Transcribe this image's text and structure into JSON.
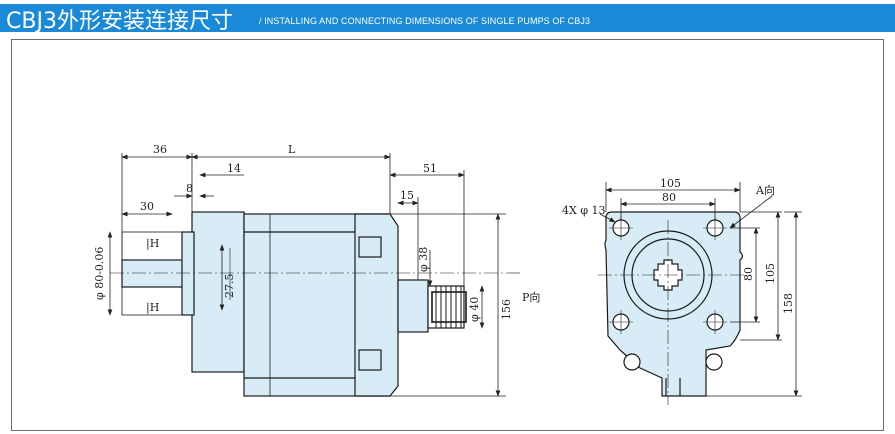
{
  "header": {
    "title_cn": "CBJ3外形安装连接尺寸",
    "title_en": "/ INSTALLING AND CONNECTING DIMENSIONS OF SINGLE PUMPS OF CBJ3",
    "bar_color": "#1a8ad8"
  },
  "side_view": {
    "dims_top": {
      "d36": "36",
      "L": "L",
      "d14": "14",
      "d51": "51",
      "d8": "8",
      "d30": "30",
      "d15": "15"
    },
    "left_labels": {
      "upper": "|H",
      "lower": "|H",
      "shaft": "φ 80-0.06"
    },
    "center_label": "27.5",
    "right_labels": {
      "d38": "φ 38",
      "d40": "φ 40",
      "d156": "156",
      "port": "P向"
    }
  },
  "end_view": {
    "dims": {
      "d105_top": "105",
      "d80_top": "80",
      "holes": "4X φ 13",
      "view": "A向",
      "d80_right": "80",
      "d105_right": "105",
      "d158": "158"
    }
  },
  "colors": {
    "body_fill": "#d8ecf7",
    "line": "#1a1a1a"
  }
}
